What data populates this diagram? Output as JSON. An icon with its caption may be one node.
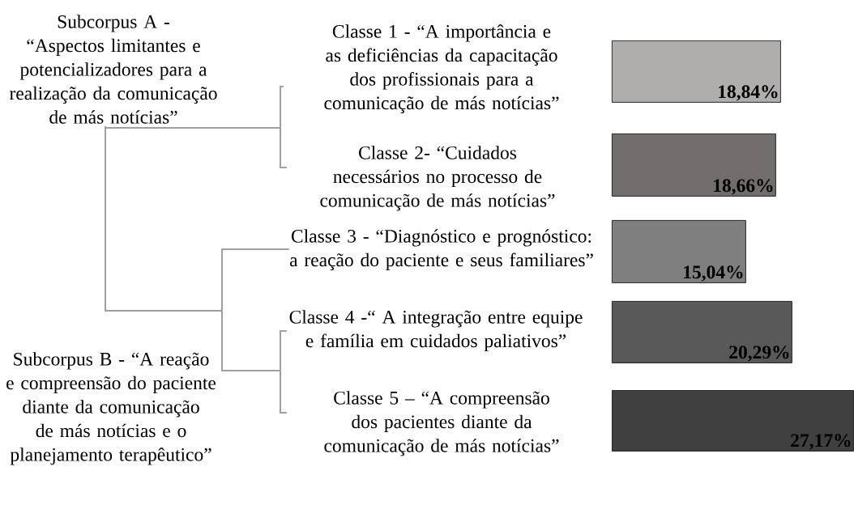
{
  "diagram": {
    "nodes": [
      {
        "text": [
          "Subcorpus A - “Aspectos limitantes e potencializadores para a realização da comunicação de más notícias”"
        ]
      },
      {
        "text": [
          "Subcorpus B - “A reação e compreensão do paciente diante da comunicação de más notícias e o planejamento terapêutico”"
        ]
      },
      {
        "text": [
          "Classe 1 - “A importância e as deficiências da capacitação dos profissionais para a comunicação de más notícias”"
        ]
      },
      {
        "text": [
          "Classe 2- “Cuidados necessários no processo de comunicação de más notícias”"
        ]
      },
      {
        "text": [
          "Classe 3 - “Diagnóstico e prognóstico: a reação do paciente e seus familiares”"
        ]
      },
      {
        "text": [
          "Classe 4 -“ A integração entre equipe e família  em cuidados paliativos”"
        ]
      },
      {
        "text": [
          "Classe 5 – “A compreensão dos pacientes diante da comunicação de más notícias”"
        ]
      },
      {
        "text": [
          "18,84%"
        ]
      },
      {
        "text": [
          "18,66%"
        ]
      },
      {
        "text": [
          "15,04%"
        ]
      },
      {
        "text": [
          "20,29%"
        ]
      },
      {
        "text": [
          "27,17%"
        ]
      }
    ],
    "edges": [
      {
        "from": 0,
        "to": 2,
        "arrow": "none"
      },
      {
        "from": 0,
        "to": 3,
        "arrow": "none"
      },
      {
        "from": 0,
        "to": 1,
        "arrow": "none"
      },
      {
        "from": 1,
        "to": 4,
        "arrow": "none"
      },
      {
        "from": 1,
        "to": 5,
        "arrow": "none"
      },
      {
        "from": 1,
        "to": 6,
        "arrow": "none"
      }
    ]
  }
}
